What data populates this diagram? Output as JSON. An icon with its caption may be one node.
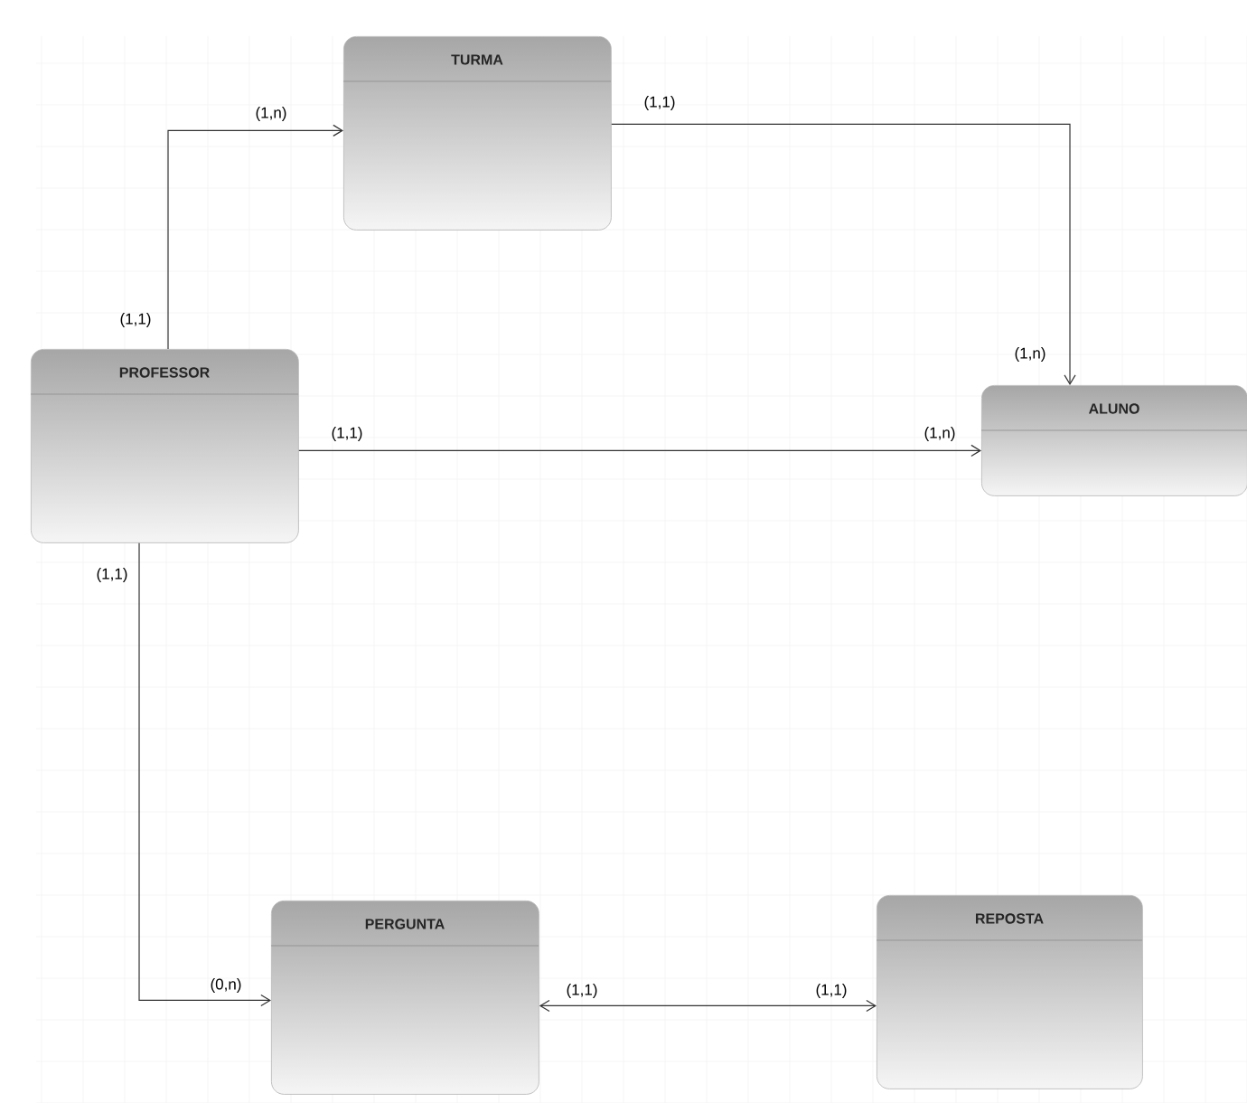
{
  "diagram": {
    "nodes": [
      {
        "text": [
          "TURMA"
        ]
      },
      {
        "text": [
          "PROFESSOR"
        ]
      },
      {
        "text": [
          "ALUNO"
        ]
      },
      {
        "text": [
          "PERGUNTA"
        ]
      },
      {
        "text": [
          "REPOSTA"
        ]
      }
    ],
    "edges": [
      {
        "from": 1,
        "to": 0,
        "arrow": "to"
      },
      {
        "from": 0,
        "to": 2,
        "arrow": "to"
      },
      {
        "from": 1,
        "to": 2,
        "arrow": "to"
      },
      {
        "from": 1,
        "to": 3,
        "arrow": "to"
      },
      {
        "from": 3,
        "to": 4,
        "arrow": "both"
      }
    ],
    "labels": [
      "(1,1)",
      "(1,n)",
      "(1,1)",
      "(1,n)",
      "(1,1)",
      "(1,n)",
      "(1,1)",
      "(0,n)",
      "(1,1)",
      "(1,1)"
    ]
  }
}
